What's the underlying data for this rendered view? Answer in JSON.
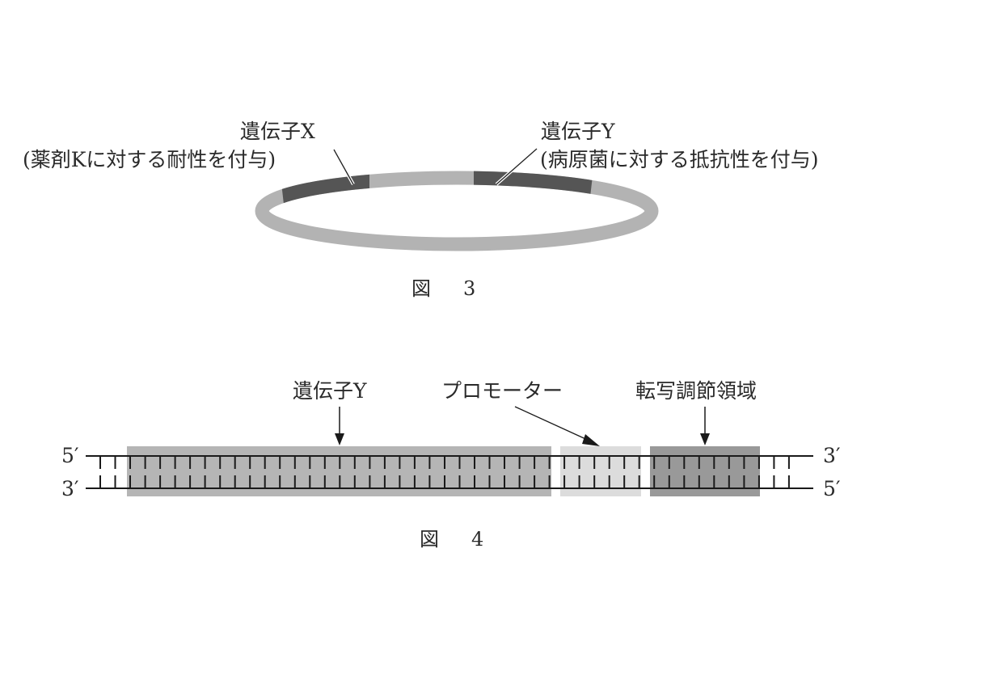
{
  "figure3": {
    "caption_prefix": "図",
    "caption_number": "3",
    "gene_x": {
      "name": "遺伝子X",
      "description": "(薬剤Kに対する耐性を付与)"
    },
    "gene_y": {
      "name": "遺伝子Y",
      "description": "(病原菌に対する抵抗性を付与)"
    },
    "colors": {
      "ring": "#b3b3b3",
      "gene_segment": "#555555"
    }
  },
  "figure4": {
    "caption_prefix": "図",
    "caption_number": "4",
    "labels": {
      "gene_y": "遺伝子Y",
      "promoter": "プロモーター",
      "transcription_regulatory_region": "転写調節領域"
    },
    "strand_ends": {
      "top_left": "5′",
      "bottom_left": "3′",
      "top_right": "3′",
      "bottom_right": "5′"
    },
    "colors": {
      "gene_y_region": "#b5b5b5",
      "promoter_region": "#dcdcdc",
      "regulatory_region": "#999999",
      "strand": "#1a1a1a"
    }
  }
}
